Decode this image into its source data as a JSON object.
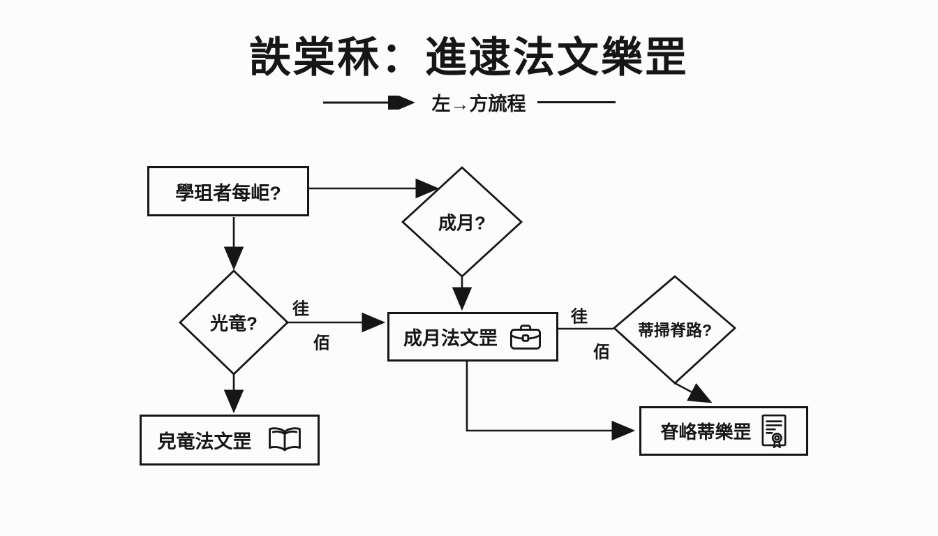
{
  "page": {
    "title": "詄棠秝：進逮法文樂罡",
    "legend_text": "左→方旈程",
    "ink_color": "#161616",
    "background_color": "#fcfcfc"
  },
  "flowchart": {
    "edge_labels": {
      "yes": "徍",
      "no": "佰"
    },
    "nodes": [
      {
        "id": "start",
        "shape": "rectangle",
        "label": "學珇者每岠?"
      },
      {
        "id": "decision-top",
        "shape": "diamond",
        "label": "成月?"
      },
      {
        "id": "decision-left",
        "shape": "diamond",
        "label": "光竜?"
      },
      {
        "id": "process-center",
        "shape": "rectangle",
        "label": "成月法文罡",
        "icon": "briefcase-icon"
      },
      {
        "id": "decision-right",
        "shape": "diamond",
        "label": "蒂掃脊路?"
      },
      {
        "id": "outcome-left",
        "shape": "rectangle",
        "label": "皃竜法文罡",
        "icon": "open-book-icon"
      },
      {
        "id": "outcome-right",
        "shape": "rectangle",
        "label": "眘峈蒂樂罡",
        "icon": "certificate-icon"
      }
    ],
    "edges": [
      {
        "from": "start",
        "to": "decision-top"
      },
      {
        "from": "start",
        "to": "decision-left"
      },
      {
        "from": "decision-top",
        "to": "process-center"
      },
      {
        "from": "decision-left",
        "to": "process-center",
        "label_above": "徍",
        "label_below": "佰"
      },
      {
        "from": "decision-left",
        "to": "outcome-left"
      },
      {
        "from": "process-center",
        "to": "decision-right",
        "label_above": "徍",
        "label_below": "佰"
      },
      {
        "from": "decision-right",
        "to": "outcome-right"
      },
      {
        "from": "process-center",
        "to": "outcome-right"
      }
    ]
  }
}
